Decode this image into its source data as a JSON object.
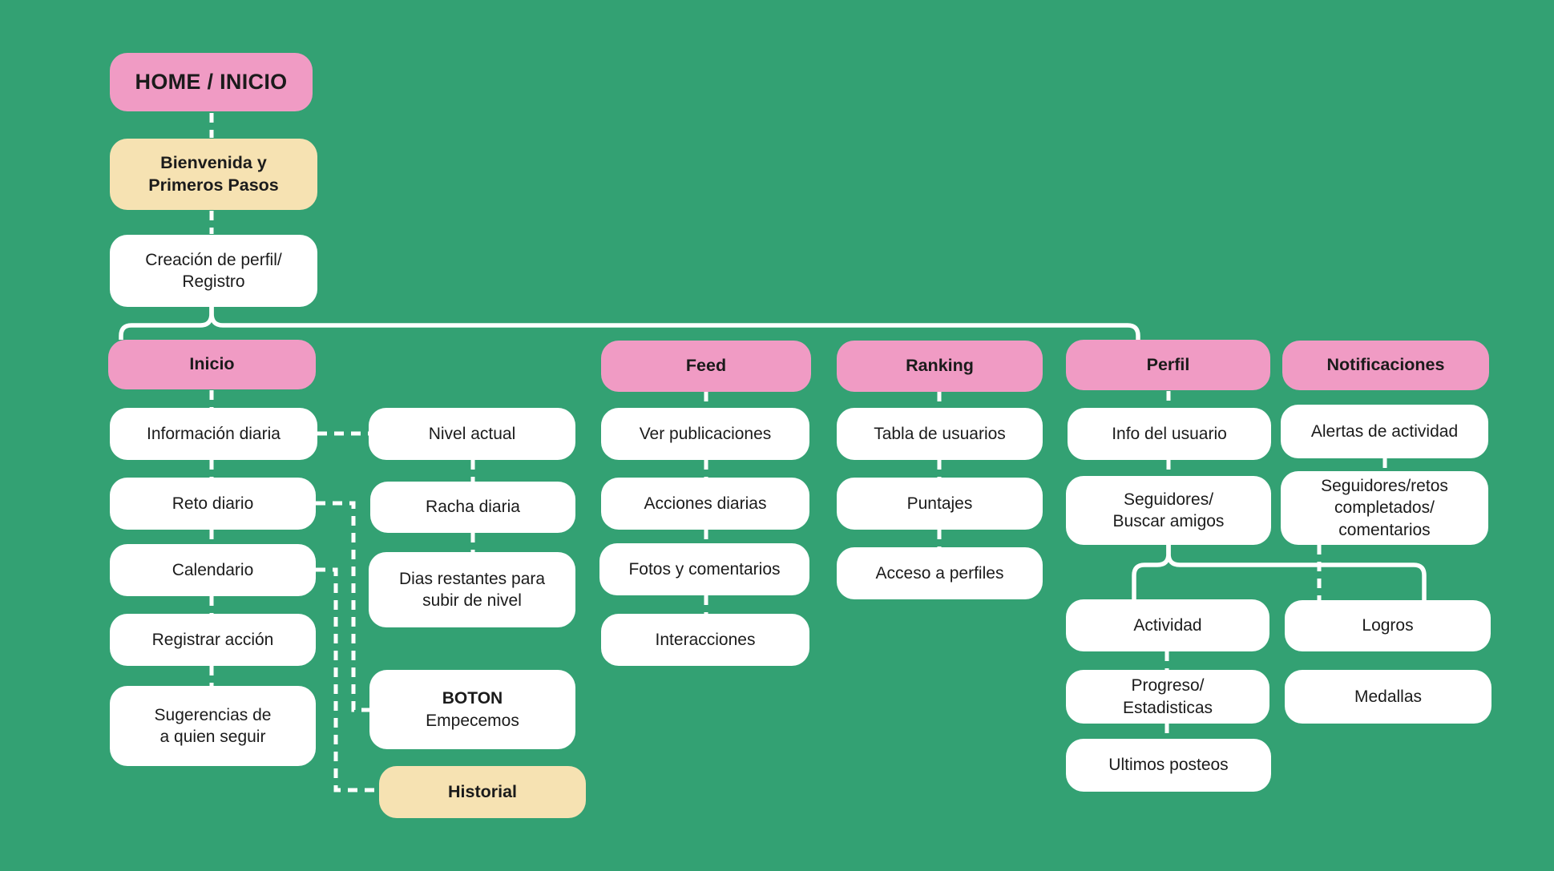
{
  "palette": {
    "background": "#33A173",
    "pink": "#F09BC4",
    "cream": "#F6E2B2",
    "box_white": "#FFFFFF",
    "text": "#1B1B1B",
    "connector": "#FFFFFF"
  },
  "nodes": {
    "home": {
      "label": "HOME / INICIO"
    },
    "bienvenida": {
      "label": "Bienvenida y\nPrimeros Pasos"
    },
    "creacion": {
      "label": "Creación de perfil/\nRegistro"
    },
    "inicio": {
      "label": "Inicio"
    },
    "informacion_diaria": {
      "label": "Información diaria"
    },
    "reto_diario": {
      "label": "Reto diario"
    },
    "calendario": {
      "label": "Calendario"
    },
    "registrar_accion": {
      "label": "Registrar acción"
    },
    "sugerencias": {
      "label": "Sugerencias de\na quien seguir"
    },
    "nivel_actual": {
      "label": "Nivel actual"
    },
    "racha_diaria": {
      "label": "Racha diaria"
    },
    "dias_restantes": {
      "label": "Dias restantes para\nsubir de nivel"
    },
    "boton_empecemos": {
      "title": "BOTON",
      "subtitle": "Empecemos"
    },
    "historial": {
      "label": "Historial"
    },
    "feed": {
      "label": "Feed"
    },
    "ver_publicaciones": {
      "label": "Ver publicaciones"
    },
    "acciones_diarias": {
      "label": "Acciones diarias"
    },
    "fotos_comentarios": {
      "label": "Fotos y comentarios"
    },
    "interacciones": {
      "label": "Interacciones"
    },
    "ranking": {
      "label": "Ranking"
    },
    "tabla_usuarios": {
      "label": "Tabla de usuarios"
    },
    "puntajes": {
      "label": "Puntajes"
    },
    "acceso_perfiles": {
      "label": "Acceso a perfiles"
    },
    "perfil": {
      "label": "Perfil"
    },
    "info_usuario": {
      "label": "Info del usuario"
    },
    "seguidores_buscar": {
      "label": "Seguidores/\nBuscar amigos"
    },
    "actividad": {
      "label": "Actividad"
    },
    "progreso_estadisticas": {
      "label": "Progreso/\nEstadisticas"
    },
    "ultimos_posteos": {
      "label": "Ultimos posteos"
    },
    "notificaciones": {
      "label": "Notificaciones"
    },
    "alertas_actividad": {
      "label": "Alertas de actividad"
    },
    "seguidores_retos": {
      "label": "Seguidores/retos\ncompletados/\ncomentarios"
    },
    "logros": {
      "label": "Logros"
    },
    "medallas": {
      "label": "Medallas"
    }
  },
  "edges": [
    {
      "from": "home",
      "to": "bienvenida",
      "style": "dashed"
    },
    {
      "from": "bienvenida",
      "to": "creacion",
      "style": "dashed"
    },
    {
      "from": "creacion",
      "to": "inicio",
      "style": "solid"
    },
    {
      "from": "creacion",
      "to": "perfil",
      "style": "solid"
    },
    {
      "from": "inicio",
      "to": "informacion_diaria",
      "style": "dashed"
    },
    {
      "from": "informacion_diaria",
      "to": "reto_diario",
      "style": "dashed"
    },
    {
      "from": "reto_diario",
      "to": "calendario",
      "style": "dashed"
    },
    {
      "from": "calendario",
      "to": "registrar_accion",
      "style": "dashed"
    },
    {
      "from": "registrar_accion",
      "to": "sugerencias",
      "style": "dashed"
    },
    {
      "from": "informacion_diaria",
      "to": "nivel_actual",
      "style": "dashed"
    },
    {
      "from": "nivel_actual",
      "to": "racha_diaria",
      "style": "dashed"
    },
    {
      "from": "racha_diaria",
      "to": "dias_restantes",
      "style": "dashed"
    },
    {
      "from": "reto_diario",
      "to": "boton_empecemos",
      "style": "dashed"
    },
    {
      "from": "calendario",
      "to": "historial",
      "style": "dashed"
    },
    {
      "from": "feed",
      "to": "ver_publicaciones",
      "style": "dashed"
    },
    {
      "from": "ver_publicaciones",
      "to": "acciones_diarias",
      "style": "dashed"
    },
    {
      "from": "acciones_diarias",
      "to": "fotos_comentarios",
      "style": "dashed"
    },
    {
      "from": "fotos_comentarios",
      "to": "interacciones",
      "style": "dashed"
    },
    {
      "from": "ranking",
      "to": "tabla_usuarios",
      "style": "dashed"
    },
    {
      "from": "tabla_usuarios",
      "to": "puntajes",
      "style": "dashed"
    },
    {
      "from": "puntajes",
      "to": "acceso_perfiles",
      "style": "dashed"
    },
    {
      "from": "perfil",
      "to": "info_usuario",
      "style": "dashed"
    },
    {
      "from": "info_usuario",
      "to": "seguidores_buscar",
      "style": "dashed"
    },
    {
      "from": "seguidores_buscar",
      "to": "actividad",
      "style": "solid"
    },
    {
      "from": "seguidores_buscar",
      "to": "logros",
      "style": "solid"
    },
    {
      "from": "actividad",
      "to": "progreso_estadisticas",
      "style": "dashed"
    },
    {
      "from": "progreso_estadisticas",
      "to": "ultimos_posteos",
      "style": "dashed"
    },
    {
      "from": "alertas_actividad",
      "to": "seguidores_retos",
      "style": "dashed"
    },
    {
      "from": "seguidores_retos",
      "to": "logros",
      "style": "dashed"
    }
  ]
}
